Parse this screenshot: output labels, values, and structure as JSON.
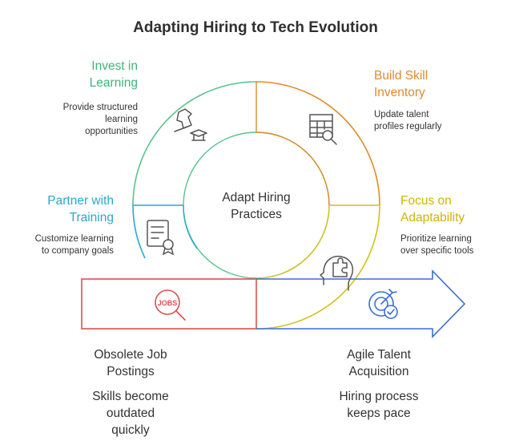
{
  "title": "Adapting Hiring to Tech Evolution",
  "center_label": [
    "Adapt Hiring",
    "Practices"
  ],
  "sections": {
    "invest": {
      "heading": [
        "Invest in",
        "Learning"
      ],
      "desc": [
        "Provide structured",
        "learning",
        "opportunities"
      ],
      "icon": "chess-pieces-icon",
      "color": "#3fb57a"
    },
    "skill": {
      "heading": [
        "Build Skill",
        "Inventory"
      ],
      "desc": [
        "Update talent",
        "profiles regularly"
      ],
      "icon": "table-search-icon",
      "color": "#e08a2a"
    },
    "partner": {
      "heading": [
        "Partner with",
        "Training"
      ],
      "desc": [
        "Customize learning",
        "to company goals"
      ],
      "icon": "certificate-icon",
      "color": "#29a9c9"
    },
    "adapt": {
      "heading": [
        "Focus on",
        "Adaptability"
      ],
      "desc": [
        "Prioritize learning",
        "over specific tools"
      ],
      "icon": "head-puzzle-icon",
      "color": "#d2b400"
    },
    "obsolete": {
      "heading": [
        "Obsolete Job",
        "Postings"
      ],
      "desc": [
        "Skills become",
        "outdated",
        "quickly"
      ],
      "icon": "jobs-magnifier-icon",
      "icon_text": "JOBS",
      "color": "#d9534f"
    },
    "agile": {
      "heading": [
        "Agile Talent",
        "Acquisition"
      ],
      "desc": [
        "Hiring process",
        "keeps pace"
      ],
      "icon": "target-check-icon",
      "color": "#3b6fd4"
    }
  }
}
